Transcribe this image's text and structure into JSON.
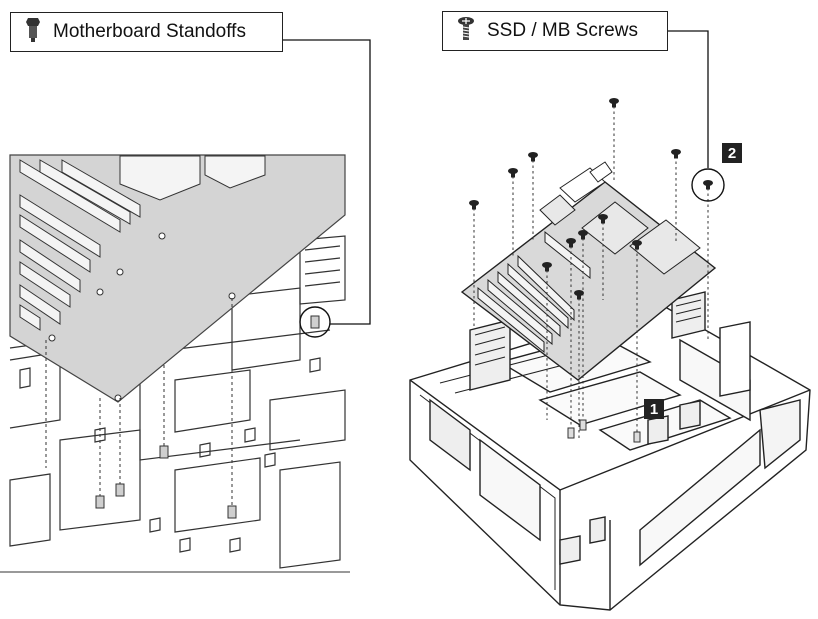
{
  "callouts": {
    "standoffs": {
      "label": "Motherboard Standoffs",
      "icon": "standoff-icon"
    },
    "screws": {
      "label": "SSD / MB Screws",
      "icon": "screw-icon"
    }
  },
  "badges": {
    "step1": "1",
    "step2": "2"
  },
  "colors": {
    "board": "#d4d4d4",
    "line": "#222222",
    "panel": "#ffffff",
    "badge": "#222222"
  }
}
